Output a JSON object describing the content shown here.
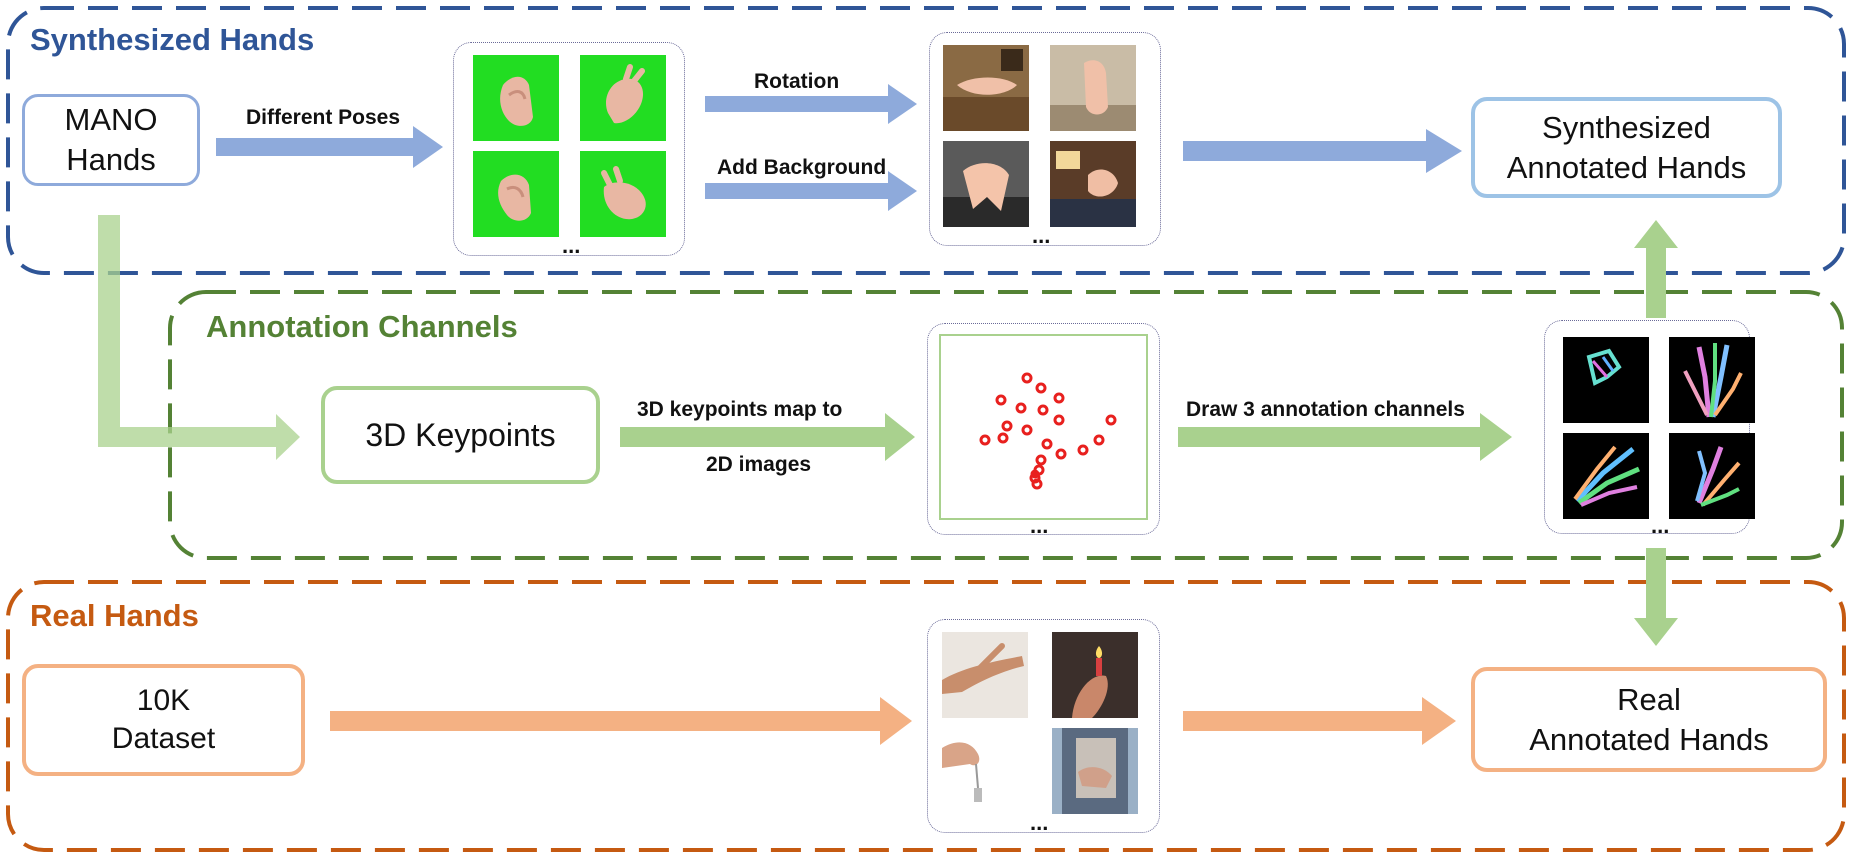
{
  "sections": {
    "synthesized": {
      "title": "Synthesized Hands",
      "color": "#2f5597"
    },
    "annotation": {
      "title": "Annotation Channels",
      "color": "#548235"
    },
    "real": {
      "title": "Real Hands",
      "color": "#c55a11"
    }
  },
  "nodes": {
    "mano": [
      "MANO",
      "Hands"
    ],
    "synth_out": [
      "Synthesized",
      "Annotated Hands"
    ],
    "keypoints": [
      "3D Keypoints"
    ],
    "dataset": [
      "10K",
      "Dataset"
    ],
    "real_out": [
      "Real",
      "Annotated Hands"
    ]
  },
  "edge_labels": {
    "different_poses": "Different Poses",
    "rotation": "Rotation",
    "add_background": "Add Background",
    "map_line1": "3D keypoints map to",
    "map_line2": "2D images",
    "draw_channels": "Draw 3 annotation channels"
  },
  "ellipsis": "...",
  "colors": {
    "blue_arrow": "#8eaadb",
    "green_arrow": "#a9d18e",
    "orange_arrow": "#f4b183",
    "node_blue": "#8eaadb",
    "node_green": "#a9d18e",
    "node_orange": "#f4b183",
    "green_screen": "#22dd22",
    "keypoint_red": "#e8201e"
  }
}
